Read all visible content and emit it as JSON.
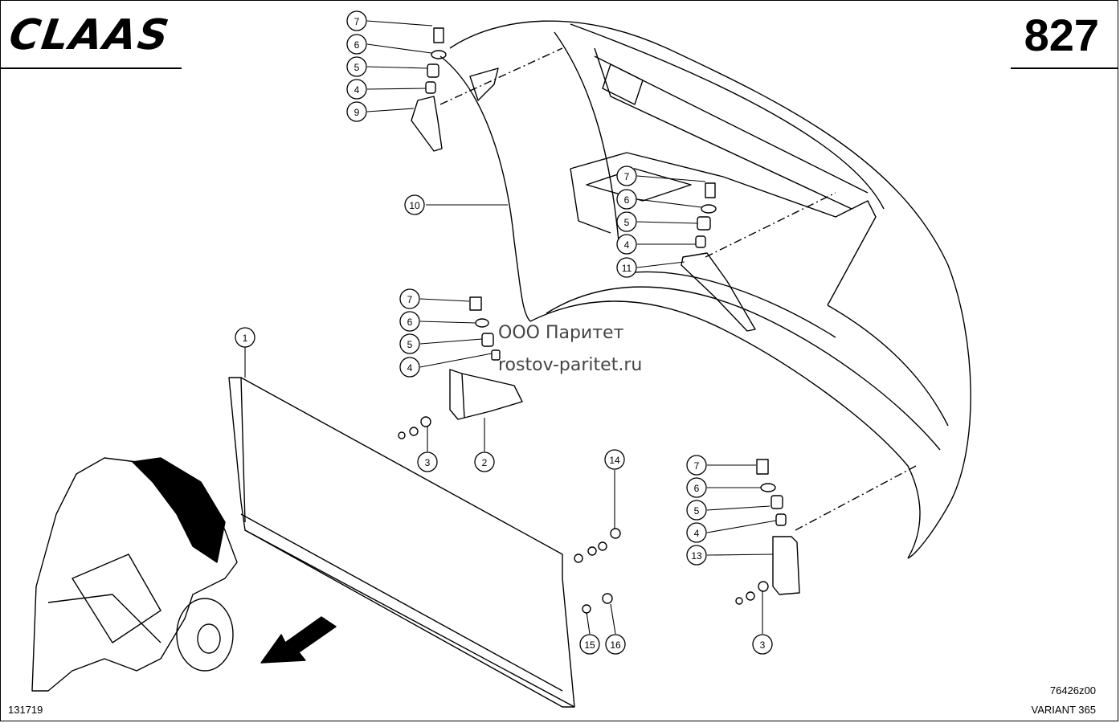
{
  "header": {
    "brand": "CLAAS",
    "page_number": "827"
  },
  "watermark": {
    "line1": "ООО Паритет",
    "line2": "rostov-paritet.ru"
  },
  "footer": {
    "left_code": "131719",
    "right_code": "76426z00",
    "model": "VARIANT 365"
  },
  "callouts": [
    {
      "id": "c7a",
      "label": "7"
    },
    {
      "id": "c6a",
      "label": "6"
    },
    {
      "id": "c5a",
      "label": "5"
    },
    {
      "id": "c4a",
      "label": "4"
    },
    {
      "id": "c9",
      "label": "9"
    },
    {
      "id": "c10",
      "label": "10"
    },
    {
      "id": "c7b",
      "label": "7"
    },
    {
      "id": "c6b",
      "label": "6"
    },
    {
      "id": "c5b",
      "label": "5"
    },
    {
      "id": "c4b",
      "label": "4"
    },
    {
      "id": "c11",
      "label": "11"
    },
    {
      "id": "c7c",
      "label": "7"
    },
    {
      "id": "c6c",
      "label": "6"
    },
    {
      "id": "c5c",
      "label": "5"
    },
    {
      "id": "c4c",
      "label": "4"
    },
    {
      "id": "c1",
      "label": "1"
    },
    {
      "id": "c3a",
      "label": "3"
    },
    {
      "id": "c2",
      "label": "2"
    },
    {
      "id": "c14",
      "label": "14"
    },
    {
      "id": "c15",
      "label": "15"
    },
    {
      "id": "c16",
      "label": "16"
    },
    {
      "id": "c7d",
      "label": "7"
    },
    {
      "id": "c6d",
      "label": "6"
    },
    {
      "id": "c5d",
      "label": "5"
    },
    {
      "id": "c4d",
      "label": "4"
    },
    {
      "id": "c13",
      "label": "13"
    },
    {
      "id": "c3b",
      "label": "3"
    }
  ]
}
